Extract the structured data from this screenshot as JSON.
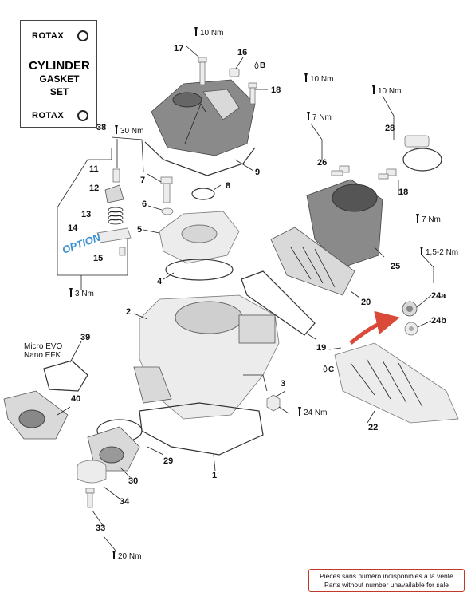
{
  "kit_box": {
    "brand": "ROTAX",
    "line1": "CYLINDER",
    "line2": "GASKET",
    "line3": "SET"
  },
  "callouts": [
    "38",
    "17",
    "16",
    "18",
    "9",
    "11",
    "7",
    "8",
    "12",
    "6",
    "13",
    "14",
    "5",
    "15",
    "4",
    "2",
    "26",
    "18",
    "28",
    "25",
    "20",
    "24a",
    "24b",
    "19",
    "39",
    "40",
    "3",
    "22",
    "29",
    "30",
    "1",
    "34",
    "33"
  ],
  "torque": [
    "10 Nm",
    "10 Nm",
    "10 Nm",
    "30 Nm",
    "7 Nm",
    "7 Nm",
    "1,5-2 Nm",
    "3 Nm",
    "24 Nm",
    "20 Nm"
  ],
  "fluid_marks": [
    "B",
    "C"
  ],
  "option_label": "OPTION",
  "variant_label": [
    "Micro EVO",
    "Nano EFK"
  ],
  "notice": {
    "fr": "Pièces sans numéro indisponibles à la vente",
    "en": "Parts without number unavailable for sale"
  },
  "colors": {
    "notice_border": "#c0392b",
    "arrow": "#d94a38",
    "option_text": "#3a8fd1"
  }
}
